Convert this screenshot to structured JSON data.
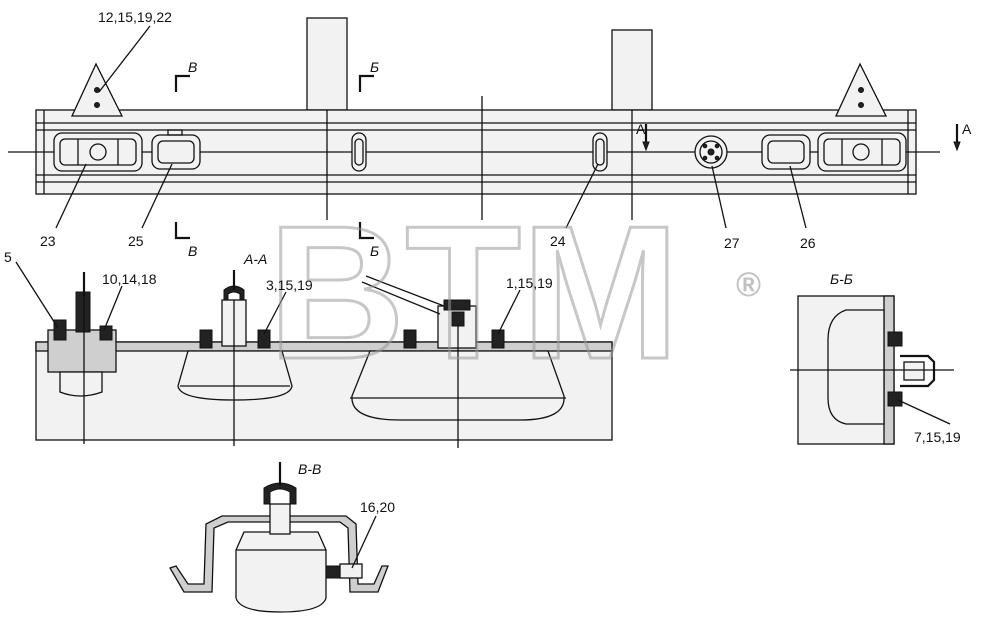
{
  "watermark": {
    "text": "BTM",
    "registered": "®"
  },
  "callouts": {
    "c_12_15_19_22": "12,15,19,22",
    "c_23": "23",
    "c_25": "25",
    "c_24": "24",
    "c_27": "27",
    "c_26": "26",
    "c_5": "5",
    "c_10_14_18": "10,14,18",
    "c_3_15_19": "3,15,19",
    "c_1_15_19": "1,15,19",
    "c_7_15_19": "7,15,19",
    "c_16_20": "16,20"
  },
  "section_marks": {
    "v_top": "В",
    "v_bottom": "В",
    "b_top": "Б",
    "b_bottom": "Б",
    "a_left": "А",
    "a_right": "А"
  },
  "section_titles": {
    "a_a": "А-А",
    "b_b": "Б-Б",
    "v_v": "В-В"
  }
}
